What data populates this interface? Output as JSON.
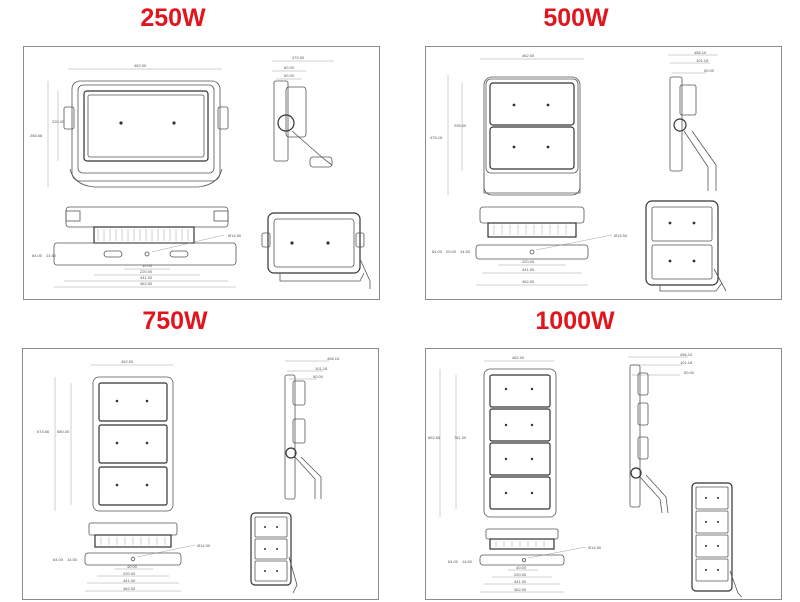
{
  "panels": [
    {
      "title": "250W",
      "dims": {
        "total_width": "462.00",
        "side_width": "470.00",
        "side_a": "60.00",
        "side_b": "50.00",
        "height_outer": "266.66",
        "height_inner": "220.00",
        "hole": "Ø14.50",
        "base_a": "64.00",
        "base_b": "14.50",
        "base_c": "10.00",
        "base_d": "220.00",
        "base_e": "441.00",
        "base_f": "462.00"
      }
    },
    {
      "title": "500W",
      "dims": {
        "total_width": "462.00",
        "side_width": "456.10",
        "side_a": "101.18",
        "side_b": "50.00",
        "height_outer": "476.16",
        "height_inner": "295.00",
        "hole": "Ø14.50",
        "base_a": "64.00",
        "base_b": "29.00",
        "base_c": "14.50",
        "base_d": "220.00",
        "base_e": "441.00",
        "base_f": "462.00"
      }
    },
    {
      "title": "750W",
      "dims": {
        "total_width": "462.00",
        "side_width": "456.10",
        "side_a": "101.18",
        "side_b": "50.00",
        "height_outer": "674.66",
        "height_inner": "580.00",
        "hole": "Ø14.50",
        "base_a": "64.00",
        "base_b": "14.50",
        "base_c": "40.00",
        "base_d": "220.00",
        "base_e": "441.00",
        "base_f": "462.00"
      }
    },
    {
      "title": "1000W",
      "dims": {
        "total_width": "462.00",
        "side_width": "456.10",
        "side_a": "101.18",
        "side_b": "50.00",
        "height_outer": "852.66",
        "height_inner": "761.00",
        "hole": "Ø14.50",
        "base_a": "64.00",
        "base_b": "14.50",
        "base_c": "40.00",
        "base_d": "220.00",
        "base_e": "441.00",
        "base_f": "462.00"
      }
    }
  ]
}
